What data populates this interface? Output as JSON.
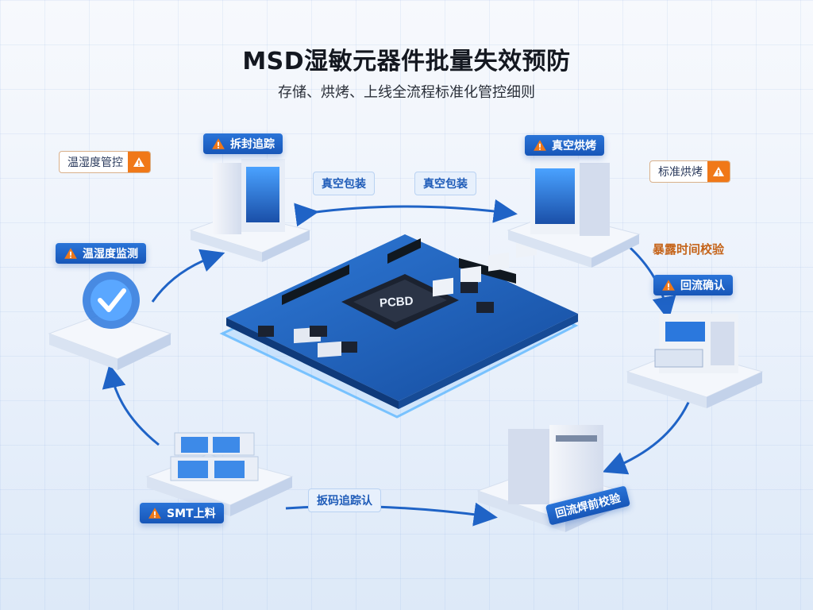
{
  "title": "MSD湿敏元器件批量失效预防",
  "subtitle": "存储、烘烤、上线全流程标准化管控细则",
  "chip_label": "PCBD",
  "labels": {
    "humidity_control": "温湿度管控",
    "unseal_tracking": "拆封追踪",
    "vacuum_pack_1": "真空包装",
    "vacuum_pack_2": "真空包装",
    "vacuum_bake": "真空烘烤",
    "standard_bake": "标准烘烤",
    "humidity_monitor": "温湿度监测",
    "exposure_check": "暴露时间校验",
    "reflow_confirm": "回流确认",
    "smt_loading": "SMT上料",
    "code_confirm": "扳码追踪认",
    "pre_reflow_check": "回流焊前校验"
  },
  "colors": {
    "accent_blue": "#1f63c6",
    "warning_orange": "#f07818",
    "orange_text": "#c5641a"
  },
  "icons": [
    "warning-icon",
    "checkmark-icon",
    "arrow-icon"
  ]
}
